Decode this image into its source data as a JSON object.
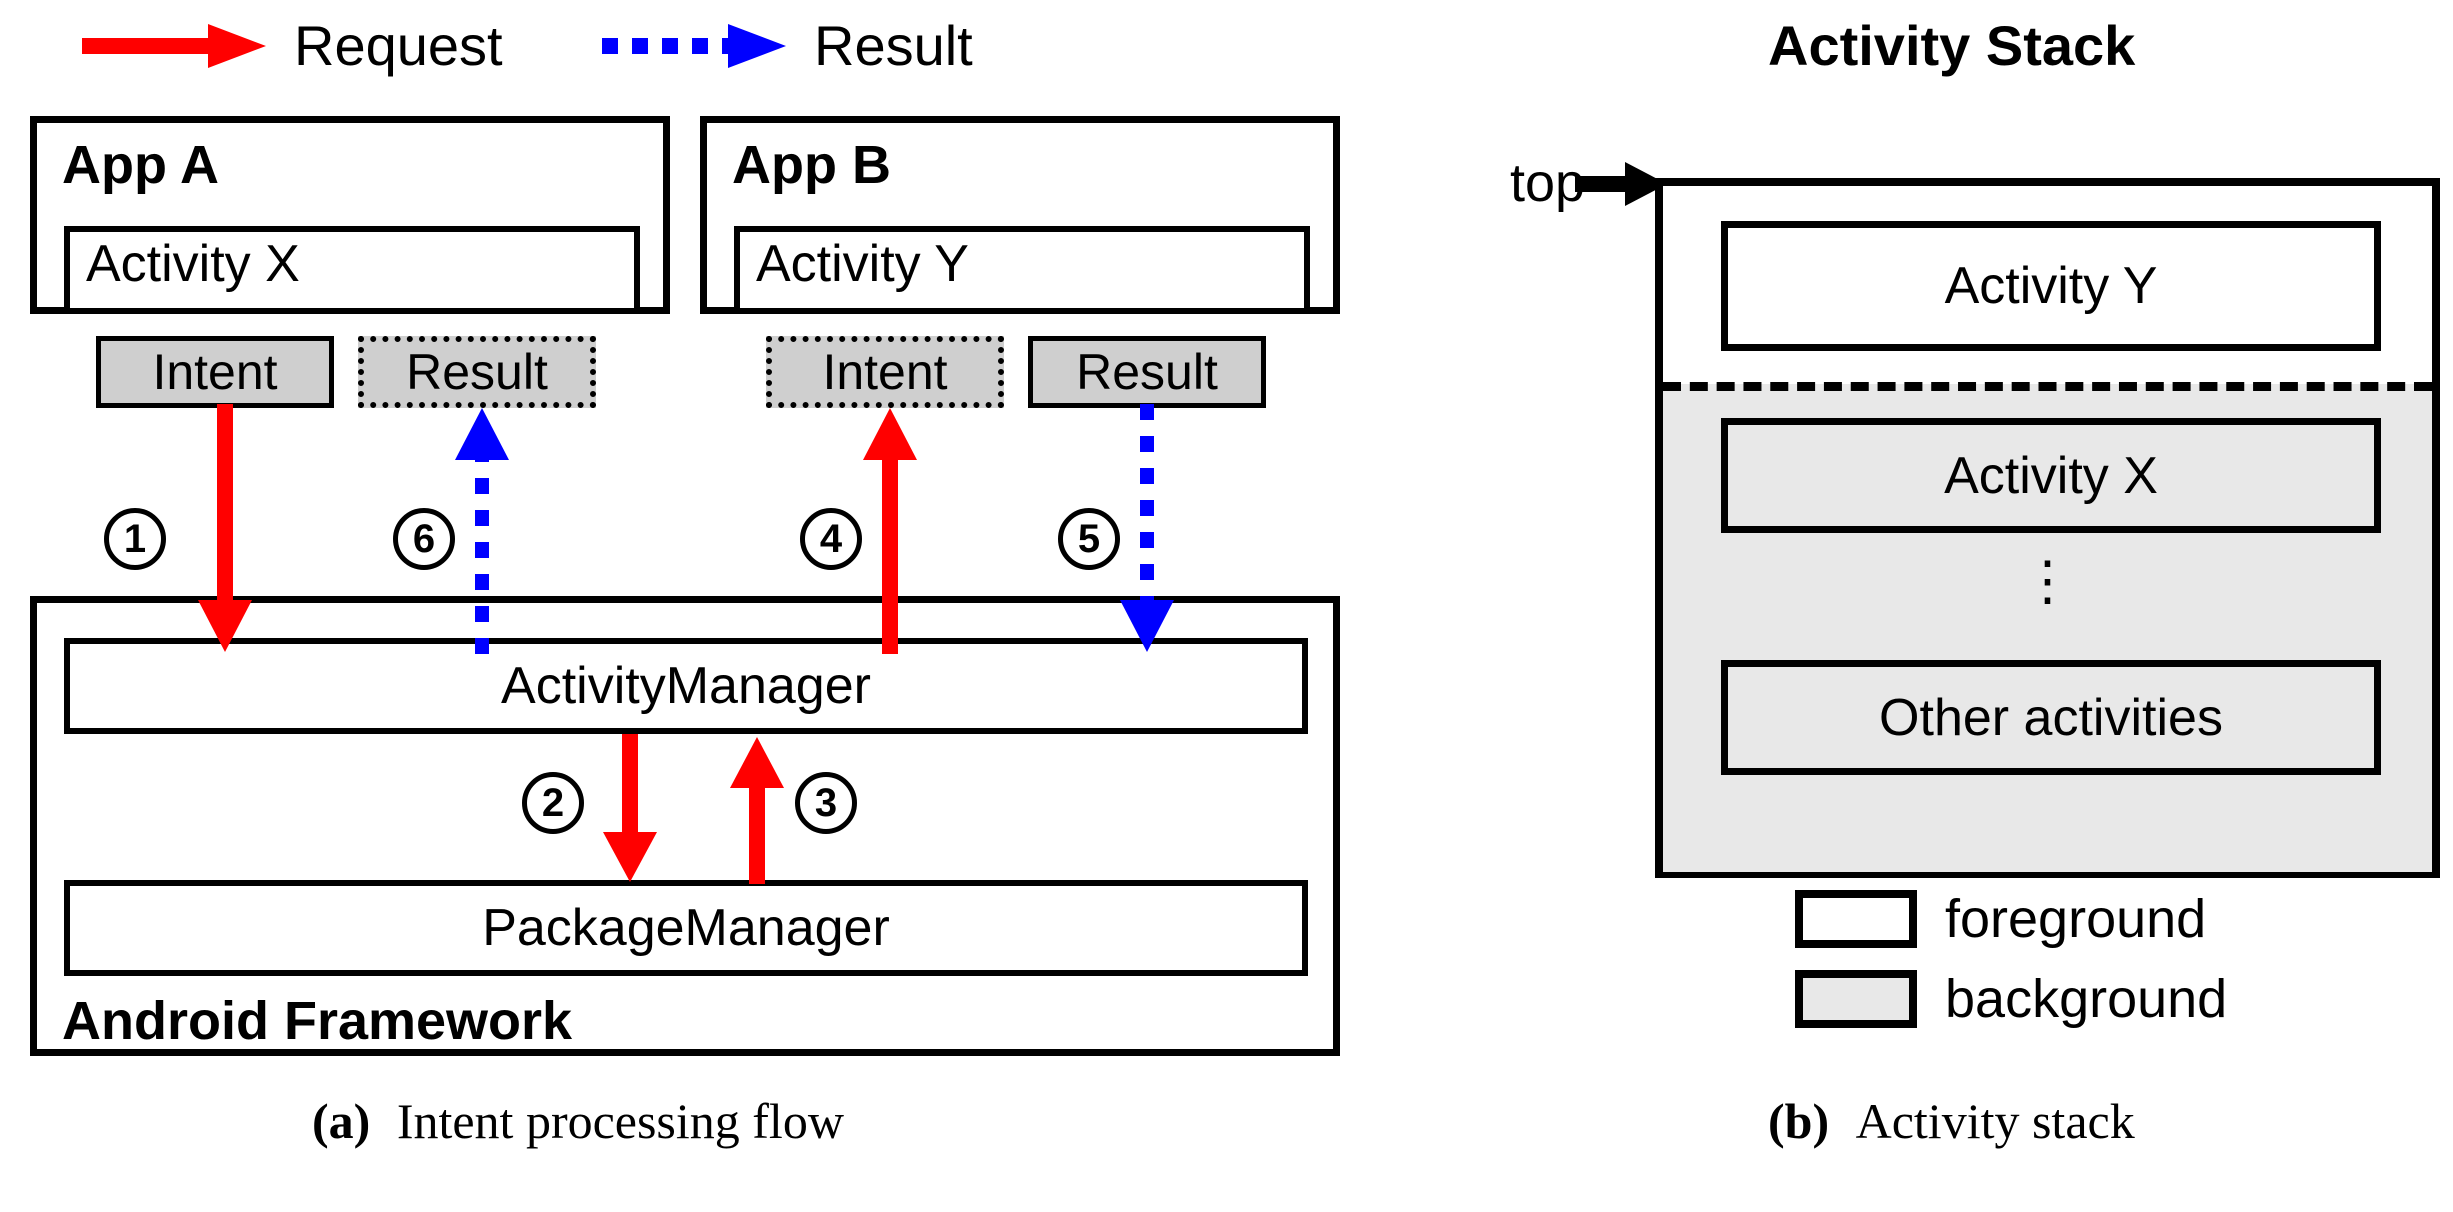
{
  "figure": {
    "legend": {
      "request": {
        "label": "Request",
        "color": "#ff0000",
        "style": "solid-arrow"
      },
      "result": {
        "label": "Result",
        "color": "#0000ff",
        "style": "dotted-arrow"
      }
    },
    "panel_a": {
      "caption_prefix": "(a)",
      "caption_text": "Intent processing flow",
      "app_a": {
        "title": "App A",
        "activity": {
          "title": "Activity X",
          "chips": [
            {
              "label": "Intent",
              "border": "solid",
              "fill": "#cfcfcf"
            },
            {
              "label": "Result",
              "border": "dotted",
              "fill": "#cfcfcf"
            }
          ]
        }
      },
      "app_b": {
        "title": "App B",
        "activity": {
          "title": "Activity Y",
          "chips": [
            {
              "label": "Intent",
              "border": "dotted",
              "fill": "#cfcfcf"
            },
            {
              "label": "Result",
              "border": "solid",
              "fill": "#cfcfcf"
            }
          ]
        }
      },
      "framework": {
        "title": "Android Framework",
        "components": [
          {
            "label": "ActivityManager"
          },
          {
            "label": "PackageManager"
          }
        ]
      },
      "steps": [
        {
          "number": "1",
          "glyph": "①",
          "kind": "request"
        },
        {
          "number": "2",
          "glyph": "②",
          "kind": "request"
        },
        {
          "number": "3",
          "glyph": "③",
          "kind": "request"
        },
        {
          "number": "4",
          "glyph": "④",
          "kind": "request"
        },
        {
          "number": "5",
          "glyph": "⑤",
          "kind": "result"
        },
        {
          "number": "6",
          "glyph": "⑥",
          "kind": "result"
        }
      ]
    },
    "panel_b": {
      "caption_prefix": "(b)",
      "caption_text": "Activity stack",
      "title": "Activity Stack",
      "top_pointer_label": "top",
      "items": [
        {
          "label": "Activity Y",
          "state": "foreground"
        },
        {
          "label": "Activity X",
          "state": "background"
        },
        {
          "label": "⋮",
          "state": "ellipsis"
        },
        {
          "label": "Other activities",
          "state": "background"
        }
      ],
      "legend": [
        {
          "label": "foreground",
          "fill": "#ffffff"
        },
        {
          "label": "background",
          "fill": "#e8e8e8"
        }
      ]
    }
  }
}
